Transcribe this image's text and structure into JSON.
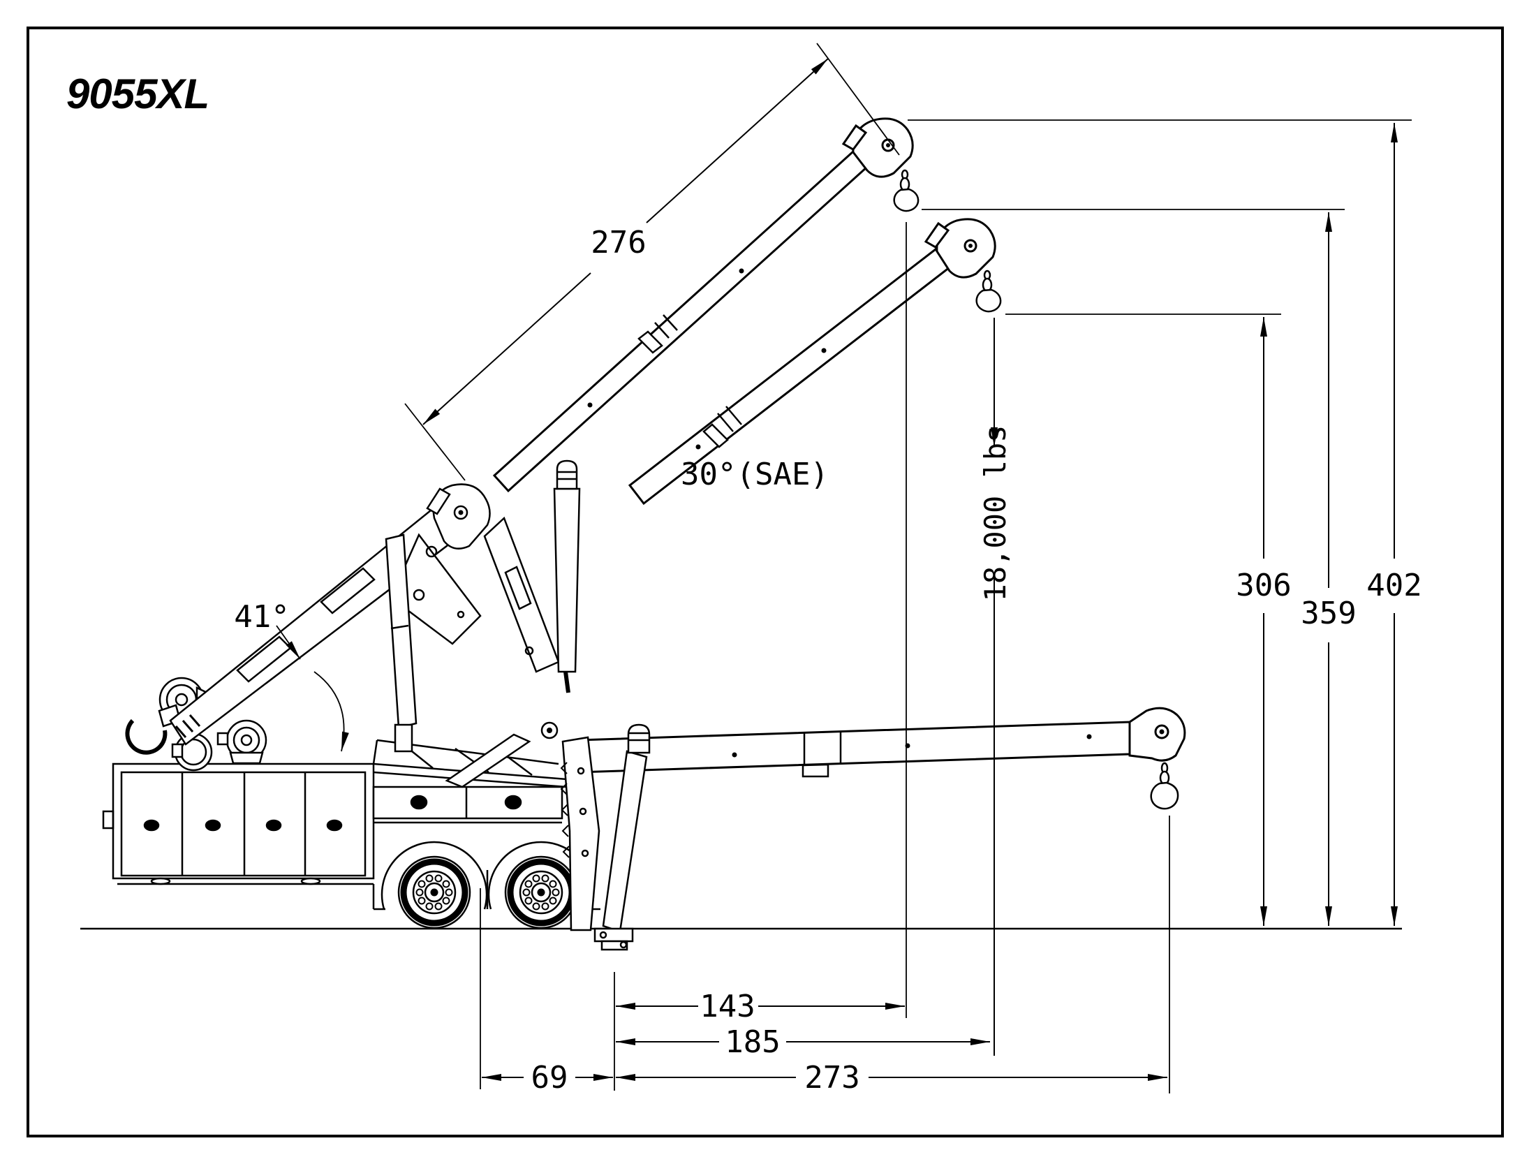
{
  "page": {
    "background": "#ffffff",
    "line_color": "#000000"
  },
  "title": "9055XL",
  "annotations": {
    "boom_extended_length": "276",
    "stowed_boom_angle": "41°",
    "sae_boom_angle": "30°(SAE)",
    "rated_capacity": "18,000 lbs",
    "hook_height_30deg": "306",
    "hook_height_max": "359",
    "sheave_height_max": "402",
    "reach_mid": "143",
    "reach_30deg": "185",
    "bogie_to_tailboard": "69",
    "reach_horizontal": "273"
  }
}
